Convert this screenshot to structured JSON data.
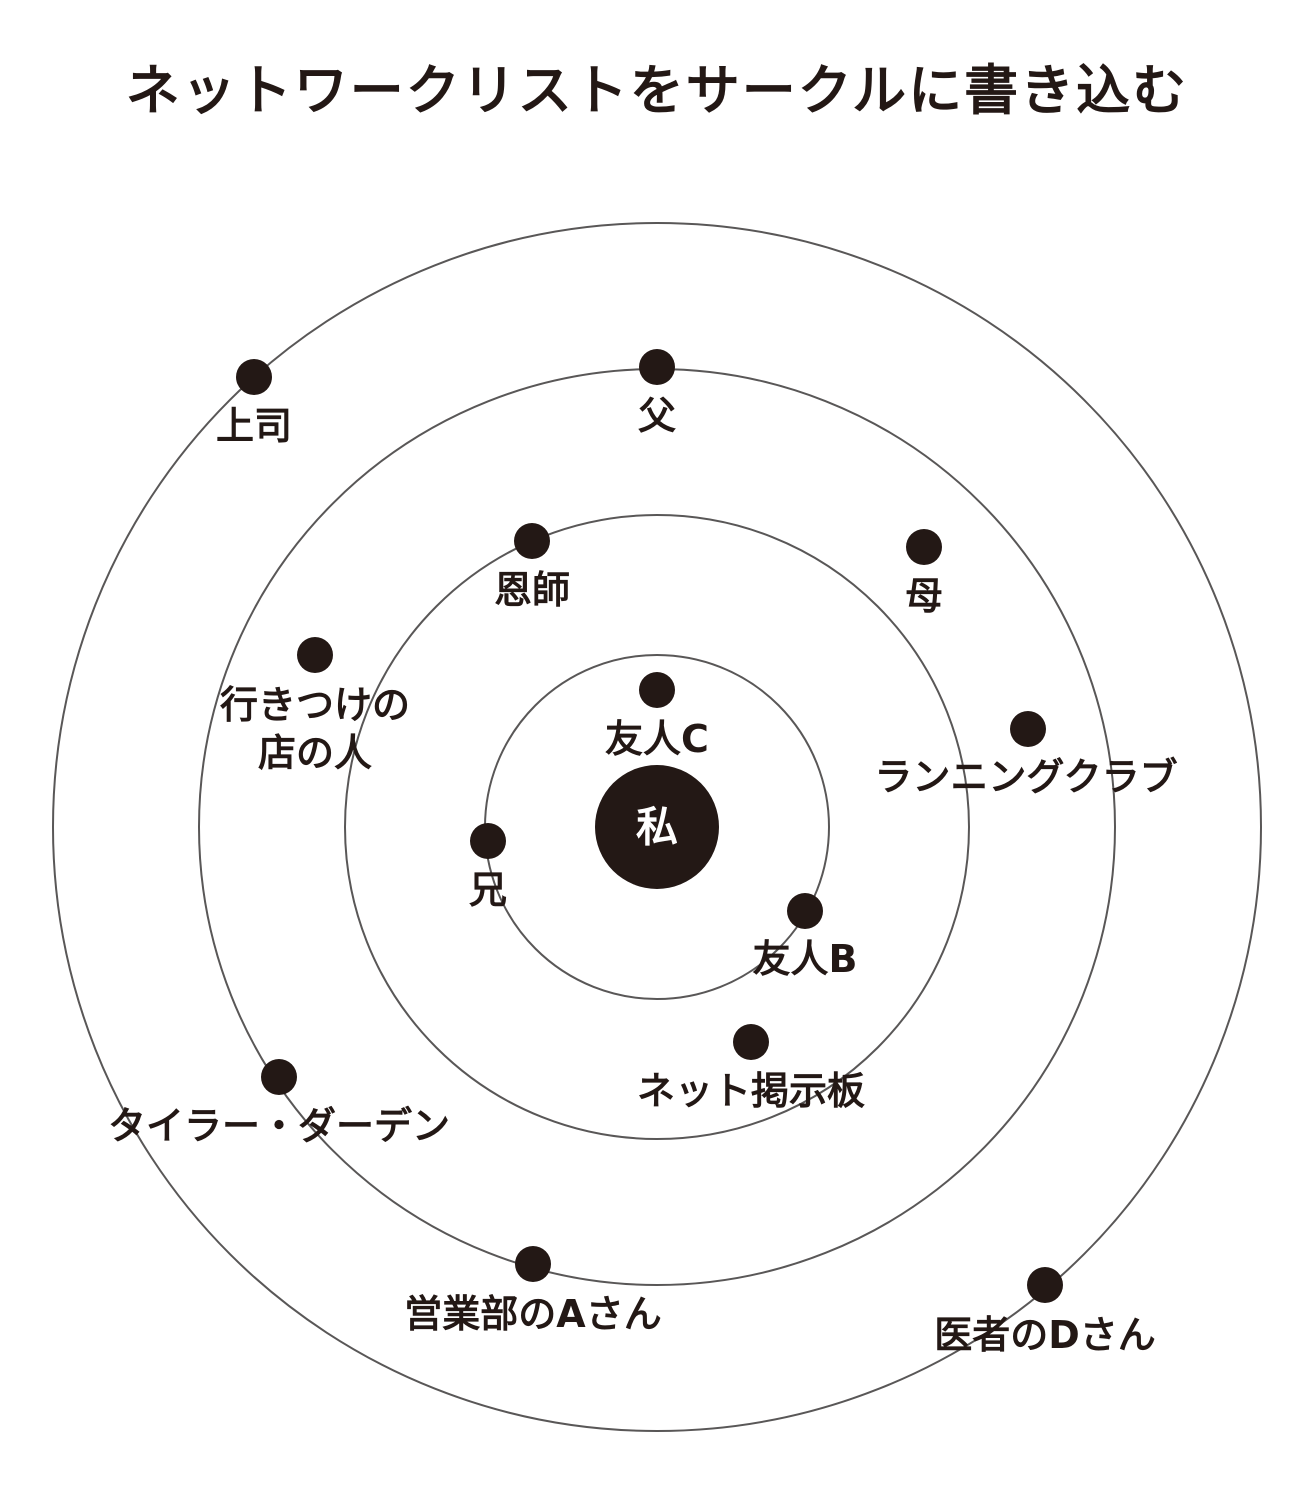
{
  "title": "ネットワークリストをサークルに書き込む",
  "center": {
    "label": "私"
  },
  "rings": [
    {
      "name": "ring-1",
      "members": [
        "友人C",
        "友人B",
        "兄"
      ]
    },
    {
      "name": "ring-2",
      "members": [
        "恩師",
        "ランニングクラブ",
        "ネット掲示板",
        "行きつけの店の人"
      ]
    },
    {
      "name": "ring-3",
      "members": [
        "父",
        "母",
        "営業部のAさん",
        "タイラー・ダーデン"
      ]
    },
    {
      "name": "ring-4",
      "members": [
        "上司",
        "医者のDさん"
      ]
    }
  ],
  "nodes": [
    {
      "name": "node-yujin-c",
      "lines": [
        "友人C"
      ]
    },
    {
      "name": "node-yujin-b",
      "lines": [
        "友人B"
      ]
    },
    {
      "name": "node-ani",
      "lines": [
        "兄"
      ]
    },
    {
      "name": "node-onshi",
      "lines": [
        "恩師"
      ]
    },
    {
      "name": "node-running-club",
      "lines": [
        "ランニングクラブ"
      ]
    },
    {
      "name": "node-net-keijiban",
      "lines": [
        "ネット掲示板"
      ]
    },
    {
      "name": "node-ikitsuke",
      "lines": [
        "行きつけの",
        "店の人"
      ]
    },
    {
      "name": "node-chichi",
      "lines": [
        "父"
      ]
    },
    {
      "name": "node-haha",
      "lines": [
        "母"
      ]
    },
    {
      "name": "node-eigyobu-a",
      "lines": [
        "営業部のAさん"
      ]
    },
    {
      "name": "node-tyler-durden",
      "lines": [
        "タイラー・ダーデン"
      ]
    },
    {
      "name": "node-joshi",
      "lines": [
        "上司"
      ]
    },
    {
      "name": "node-isha-d",
      "lines": [
        "医者のDさん"
      ]
    }
  ]
}
